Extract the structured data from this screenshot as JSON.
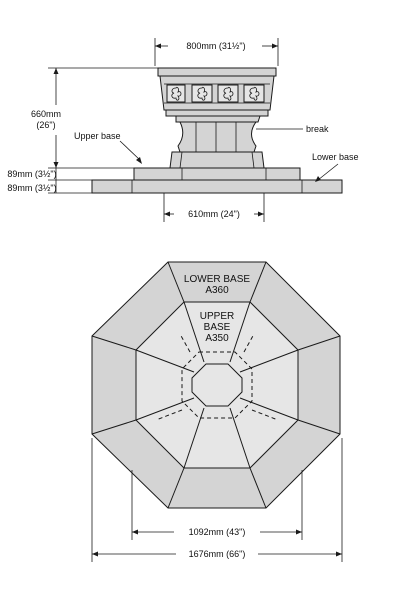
{
  "elevation": {
    "dim_top_width": "800mm (31½\")",
    "dim_height_mm": "660mm",
    "dim_height_in": "(26\")",
    "label_upper_base": "Upper base",
    "label_break": "break",
    "label_lower_base": "Lower base",
    "dim_upper_base_thickness": "89mm (3½\")",
    "dim_lower_base_thickness": "89mm (3½\")",
    "dim_pedestal_width": "610mm (24\")"
  },
  "plan": {
    "lower_base_label_1": "LOWER BASE",
    "lower_base_label_2": "A360",
    "upper_base_label_1": "UPPER",
    "upper_base_label_2": "BASE",
    "upper_base_label_3": "A350",
    "dim_upper_base_width": "1092mm (43\")",
    "dim_lower_base_width": "1676mm (66\")"
  },
  "colors": {
    "line": "#1a1a1a",
    "fill": "#d4d4d4",
    "background": "#ffffff"
  }
}
